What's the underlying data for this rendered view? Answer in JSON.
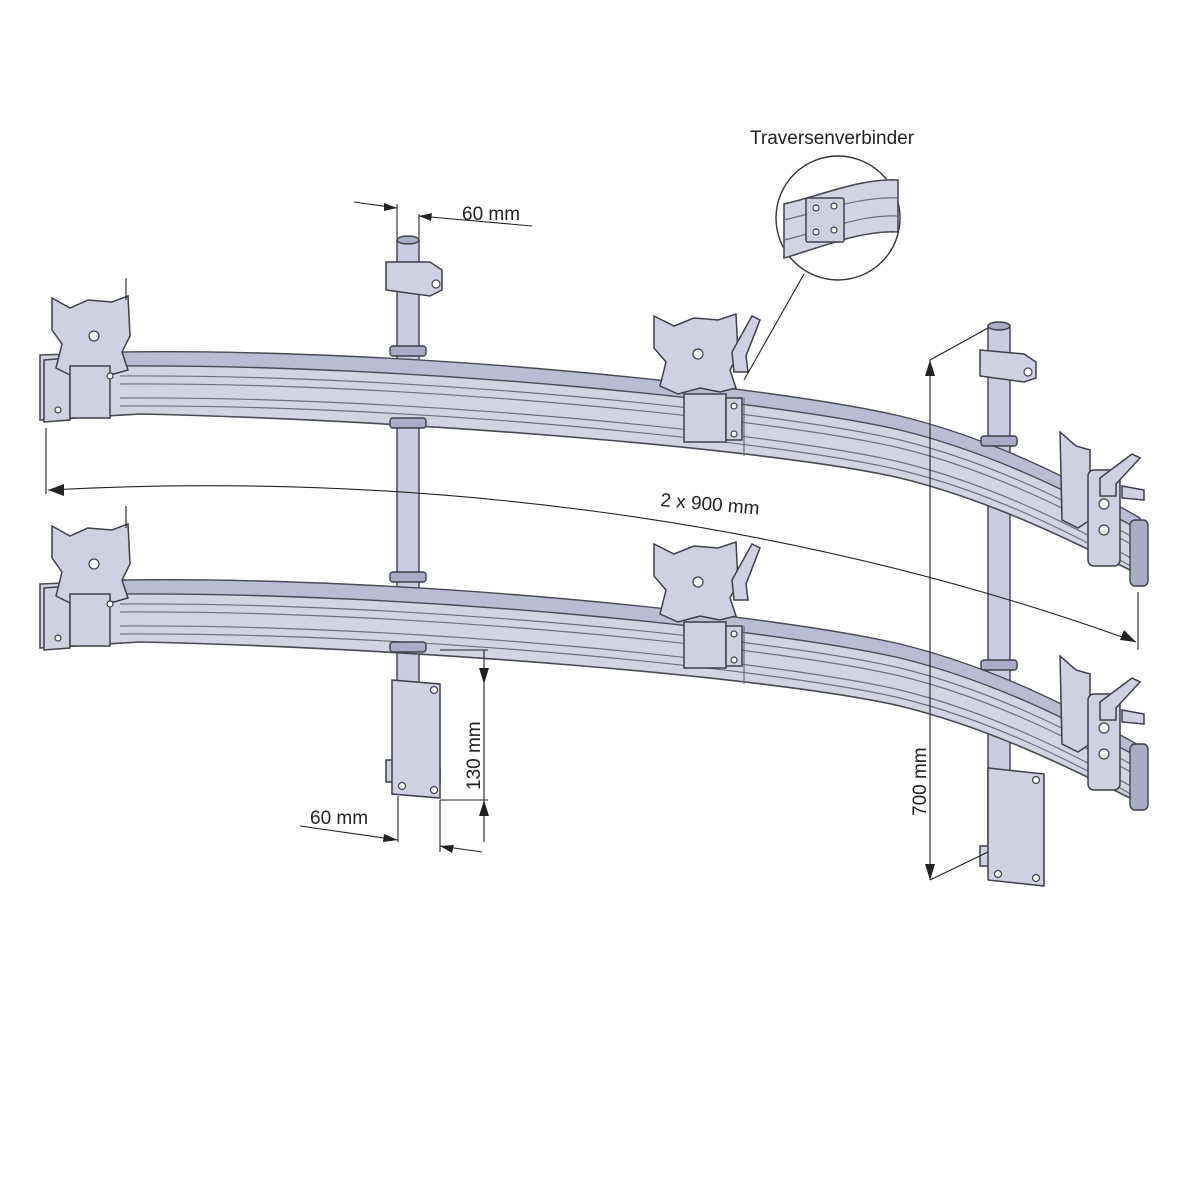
{
  "labels": {
    "connector": "Traversenverbinder",
    "post_width_top": "60 mm",
    "beam_length": "2 x 900 mm",
    "plate_height": "130 mm",
    "plate_width": "60 mm",
    "total_height": "700 mm"
  },
  "colors": {
    "metal": "#d2d4e4",
    "metal_shadow": "#b9bcd3",
    "outline": "#4a4a55",
    "text": "#222222"
  },
  "icons": {
    "vesa_plate": "vesa-plate-icon",
    "clamp_lever": "clamp-lever-icon",
    "wall_plate": "wall-plate-icon"
  }
}
